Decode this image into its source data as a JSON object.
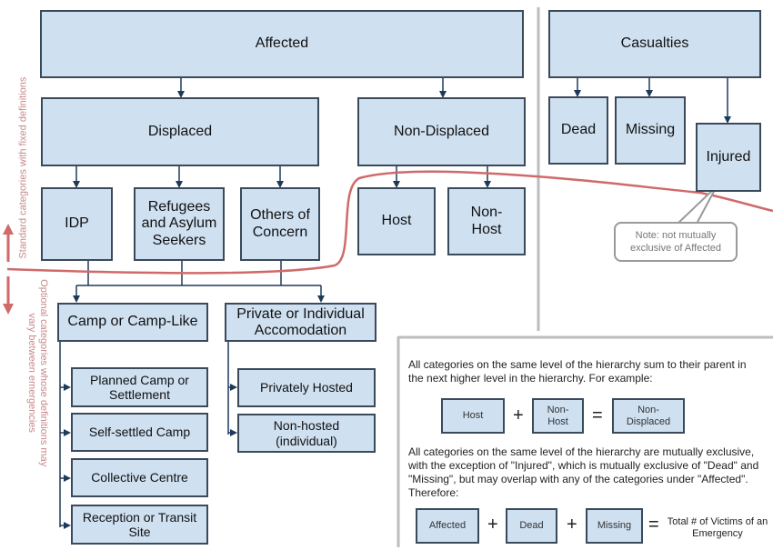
{
  "colors": {
    "box_fill": "#cfe0f1",
    "box_border": "#3b4a5a",
    "divider": "#bdbdbd",
    "curve": "#d06a6a",
    "side_text": "#c9898a"
  },
  "boxes": {
    "affected": "Affected",
    "displaced": "Displaced",
    "non_displaced": "Non-Displaced",
    "idp": "IDP",
    "refugees": "Refugees and Asylum Seekers",
    "others_of_concern": "Others of Concern",
    "host": "Host",
    "non_host": "Non-Host",
    "casualties": "Casualties",
    "dead": "Dead",
    "missing": "Missing",
    "injured": "Injured",
    "camp": "Camp or Camp-Like",
    "private": "Private or Individual Accomodation",
    "planned_camp": "Planned Camp or Settlement",
    "self_settled": "Self-settled Camp",
    "collective": "Collective Centre",
    "reception": "Reception or Transit Site",
    "privately_hosted": "Privately Hosted",
    "non_hosted": "Non-hosted (individual)"
  },
  "note": "Note: not mutually exclusive of Affected",
  "side_labels": {
    "standard": "Standard categories with fixed definitions",
    "optional": "Optional categories whose definitions may\nvary between emergencies"
  },
  "legend": {
    "text1": "All categories on the same level of the hierarchy sum to their parent in the next higher level in the hierarchy.  For example:",
    "eq1": {
      "a": "Host",
      "b": "Non-Host",
      "result": "Non-Displaced",
      "plus": "+",
      "equals": "="
    },
    "text2": "All categories on the same level of the hierarchy are mutually exclusive, with the exception of \"Injured\", which is mutually exclusive of \"Dead\" and \"Missing\", but may overlap with any of the categories under \"Affected\". Therefore:",
    "eq2": {
      "a": "Affected",
      "b": "Dead",
      "c": "Missing",
      "result": "Total # of Victims of an Emergency",
      "plus": "+",
      "equals": "="
    }
  }
}
